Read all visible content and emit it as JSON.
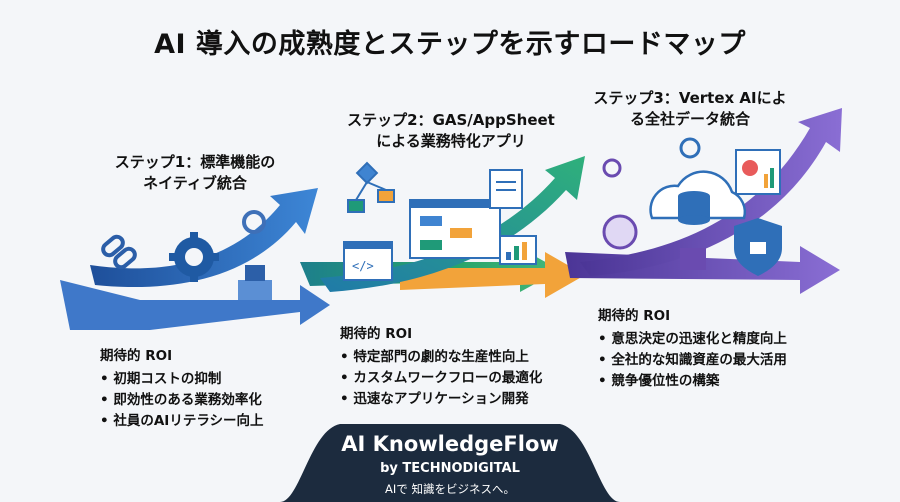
{
  "title": "AI 導入の成熟度とステップを示すロードマップ",
  "steps": [
    {
      "title_line1": "ステップ1：標準機能の",
      "title_line2": "ネイティブ統合",
      "roi_heading": "期待的 ROI",
      "roi_items": [
        "初期コストの抑制",
        "即効性のある業務効率化",
        "社員のAIリテラシー向上"
      ],
      "color": "#2b6cb8"
    },
    {
      "title_line1": "ステップ2：GAS/AppSheet",
      "title_line2": "による業務特化アプリ",
      "roi_heading": "期待的 ROI",
      "roi_items": [
        "特定部門の劇的な生産性向上",
        "カスタムワークフローの最適化",
        "迅速なアプリケーション開発"
      ],
      "color": "#1f9a78"
    },
    {
      "title_line1": "ステップ3：Vertex AIによ",
      "title_line2": "る全社データ統合",
      "roi_heading": "期待的 ROI",
      "roi_items": [
        "意思決定の迅速化と精度向上",
        "全社的な知識資産の最大活用",
        "競争優位性の構築"
      ],
      "color": "#6a4bb0"
    }
  ],
  "brand": {
    "name": "AI KnowledgeFlow",
    "by": "by TECHNODIGITAL",
    "tagline": "AIで 知識をビジネスへ。"
  },
  "colors": {
    "blue": "#2b6cb8",
    "green": "#1f9a78",
    "orange": "#f2a33a",
    "purple": "#6a4bb0",
    "navy": "#1c2b3e"
  }
}
